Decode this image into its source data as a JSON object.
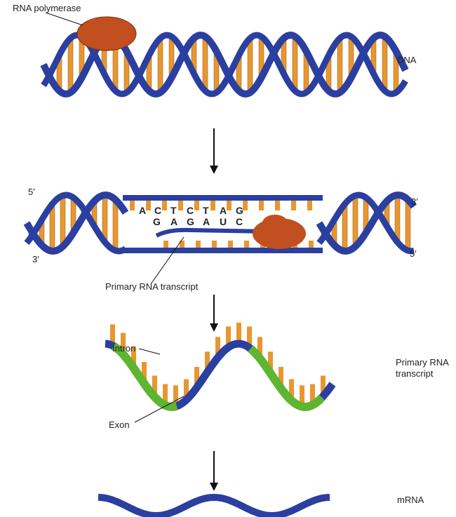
{
  "labels": {
    "rna_polymerase": "RNA polymerase",
    "dna": "DNA",
    "five_prime_top": "5′",
    "three_prime_right": "3′",
    "three_prime_bottom": "3′",
    "five_prime_right": "5′",
    "primary_transcript_pointer": "Primary RNA transcript",
    "intron": "Intron",
    "exon": "Exon",
    "primary_rna_line1": "Primary RNA",
    "primary_rna_line2": "transcript",
    "mrna": "mRNA"
  },
  "bases": {
    "template_strand": [
      "A",
      "C",
      "T",
      "C",
      "T",
      "A",
      "G"
    ],
    "rna_strand": [
      "G",
      "A",
      "G",
      "A",
      "U",
      "C"
    ]
  },
  "colors": {
    "strand": "#2B3FA0",
    "base_pair": "#E8962E",
    "polymerase": "#C24F1F",
    "intron": "#5DB531"
  }
}
